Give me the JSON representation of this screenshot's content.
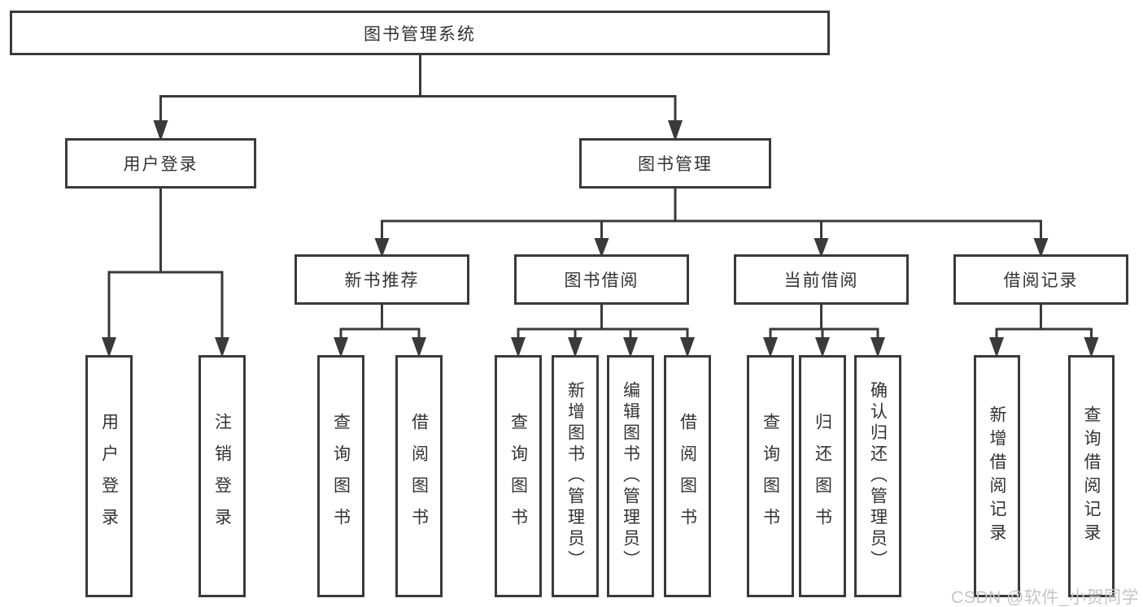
{
  "diagram": {
    "root": {
      "label": "图书管理系统"
    },
    "level2": [
      {
        "label": "用户登录"
      },
      {
        "label": "图书管理"
      }
    ],
    "level3": [
      {
        "label": "新书推荐"
      },
      {
        "label": "图书借阅"
      },
      {
        "label": "当前借阅"
      },
      {
        "label": "借阅记录"
      }
    ],
    "leaves": [
      [
        "用户登录",
        "注销登录"
      ],
      [
        "查询图书",
        "借阅图书"
      ],
      [
        "查询图书",
        "新增图书（管理员）",
        "编辑图书（管理员）",
        "借阅图书"
      ],
      [
        "查询图书",
        "归还图书",
        "确认归还（管理员）"
      ],
      [
        "新增借阅记录",
        "查询借阅记录"
      ]
    ]
  },
  "watermark": "CSDN @软件_小贺同学",
  "colors": {
    "line": "#3a3a3a",
    "text": "#333333",
    "box_fill": "#ffffff",
    "watermark": "#c6c6c6",
    "background": "#ffffff"
  }
}
